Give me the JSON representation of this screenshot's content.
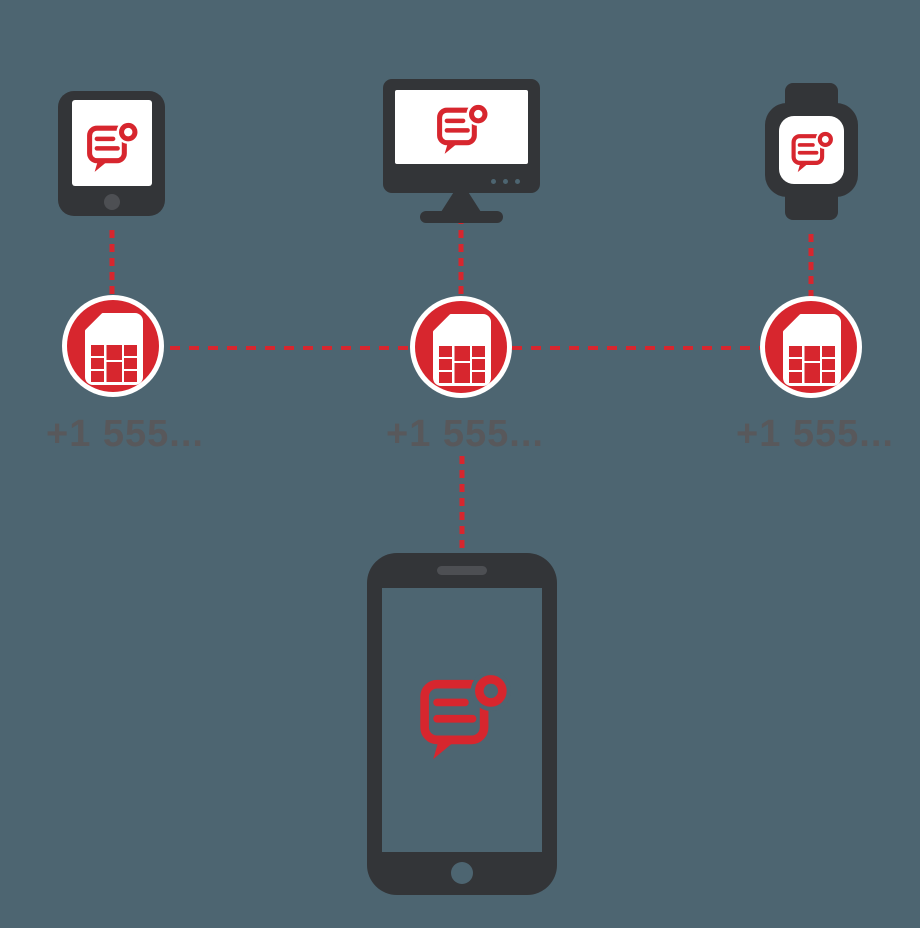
{
  "sims": [
    {
      "label": "+1 555..."
    },
    {
      "label": "+1 555..."
    },
    {
      "label": "+1 555..."
    }
  ],
  "icons": {
    "devices": [
      "tablet-icon",
      "desktop-monitor-icon",
      "smartwatch-icon",
      "smartphone-icon"
    ],
    "sim": "sim-card-icon",
    "message": "chat-message-notification-icon",
    "connector": "dashed-connection-line"
  },
  "colors": {
    "background": "#4d6571",
    "device_dark": "#333538",
    "accent_red": "#d7262e",
    "label_gray": "#58585b",
    "speaker_gray": "#4d4f53",
    "white": "#ffffff"
  }
}
